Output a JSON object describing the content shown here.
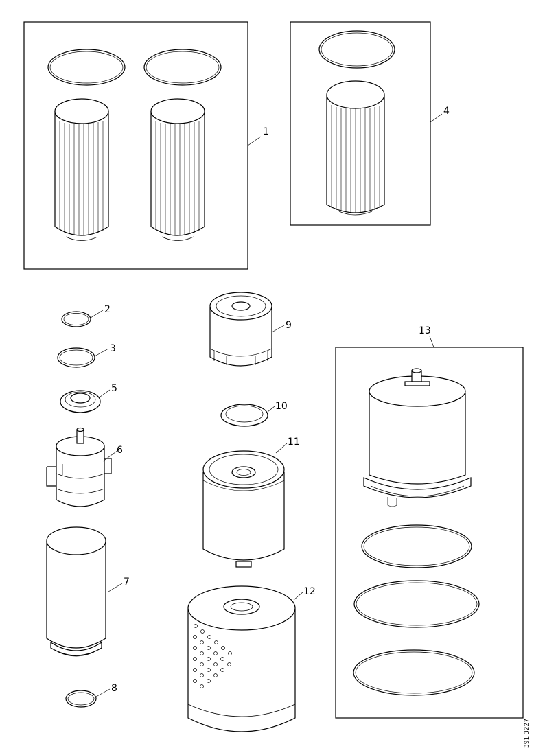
{
  "diagram": {
    "callouts": [
      {
        "id": "callout-1",
        "label": "1"
      },
      {
        "id": "callout-2",
        "label": "2"
      },
      {
        "id": "callout-3",
        "label": "3"
      },
      {
        "id": "callout-4",
        "label": "4"
      },
      {
        "id": "callout-5",
        "label": "5"
      },
      {
        "id": "callout-6",
        "label": "6"
      },
      {
        "id": "callout-7",
        "label": "7"
      },
      {
        "id": "callout-8",
        "label": "8"
      },
      {
        "id": "callout-9",
        "label": "9"
      },
      {
        "id": "callout-10",
        "label": "10"
      },
      {
        "id": "callout-11",
        "label": "11"
      },
      {
        "id": "callout-12",
        "label": "12"
      },
      {
        "id": "callout-13",
        "label": "13"
      }
    ],
    "drawing_code": "391 3227"
  }
}
